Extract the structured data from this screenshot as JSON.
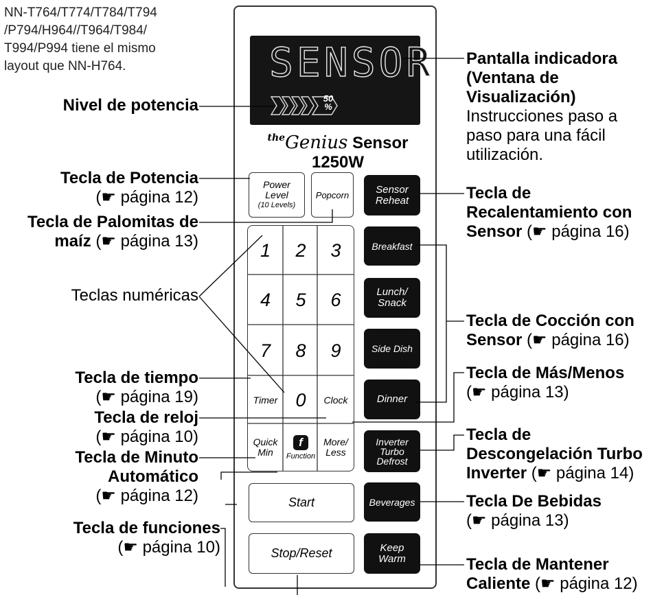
{
  "note": {
    "line1": "NN-T764/T774/T784/T794",
    "line2": "/P794/H964//T964/T984/",
    "line3": "T994/P994 tiene el mismo",
    "line4": "layout que NN-H764."
  },
  "display": {
    "text": "SENSOR",
    "power_pct": "50",
    "pct_sign": "%"
  },
  "brand": {
    "the": "the",
    "genius": "Genius",
    "sensor": "Sensor",
    "watt": "1250W"
  },
  "keys": {
    "power_level": {
      "l1": "Power",
      "l2": "Level",
      "l3": "(10 Levels)"
    },
    "popcorn": "Popcorn",
    "sensor_reheat": {
      "l1": "Sensor",
      "l2": "Reheat"
    },
    "breakfast": "Breakfast",
    "lunch_snack": {
      "l1": "Lunch/",
      "l2": "Snack"
    },
    "side_dish": "Side Dish",
    "dinner": "Dinner",
    "inverter_turbo_defrost": {
      "l1": "Inverter",
      "l2": "Turbo",
      "l3": "Defrost"
    },
    "beverages": "Beverages",
    "keep_warm": {
      "l1": "Keep",
      "l2": "Warm"
    },
    "digits": [
      "1",
      "2",
      "3",
      "4",
      "5",
      "6",
      "7",
      "8",
      "9",
      "0"
    ],
    "timer": "Timer",
    "clock": "Clock",
    "quick_min": {
      "l1": "Quick",
      "l2": "Min"
    },
    "function": {
      "glyph": "f",
      "label": "Function"
    },
    "more_less": {
      "l1": "More/",
      "l2": "Less"
    },
    "start": "Start",
    "stop_reset": "Stop/Reset"
  },
  "labels_left": {
    "nivel_potencia": "Nivel de potencia",
    "tecla_potencia": {
      "title": "Tecla de Potencia",
      "ref": "(☛ página 12)"
    },
    "tecla_palomitas": {
      "title1": "Tecla de Palomitas de",
      "title2": "maíz",
      "ref": "(☛ página 13)"
    },
    "teclas_numericas": "Teclas numéricas",
    "tecla_tiempo": {
      "title": "Tecla de tiempo",
      "ref": "(☛ página 19)"
    },
    "tecla_reloj": {
      "title": "Tecla de reloj",
      "ref": "(☛ página 10)"
    },
    "tecla_minuto": {
      "title1": "Tecla de Minuto",
      "title2": "Automático",
      "ref": "(☛ página 12)"
    },
    "tecla_funciones": {
      "title": "Tecla de funciones",
      "ref": "(☛ página 10)"
    }
  },
  "labels_right": {
    "pantalla": {
      "title1": "Pantalla indicadora",
      "title2": "(Ventana de",
      "title3": "Visualización)",
      "desc1": "Instrucciones paso a",
      "desc2": "paso para una fácil",
      "desc3": "utilización."
    },
    "recalentamiento": {
      "title1": "Tecla de",
      "title2": "Recalentamiento con",
      "title3": "Sensor",
      "ref": "(☛ página 16)"
    },
    "coccion": {
      "title1": "Tecla de Cocción con",
      "title2": "Sensor",
      "ref": "(☛ página 16)"
    },
    "mas_menos": {
      "title": "Tecla de Más/Menos",
      "ref": "(☛ página 13)"
    },
    "descongelacion": {
      "title1": "Tecla de",
      "title2": "Descongelación Turbo",
      "title3": "Inverter",
      "ref": "(☛ página 14)"
    },
    "bebidas": {
      "title": "Tecla De Bebidas",
      "ref": "(☛ página 13)"
    },
    "mantener": {
      "title1": "Tecla de Mantener",
      "title2": "Caliente",
      "ref": "(☛ página 12)"
    }
  }
}
